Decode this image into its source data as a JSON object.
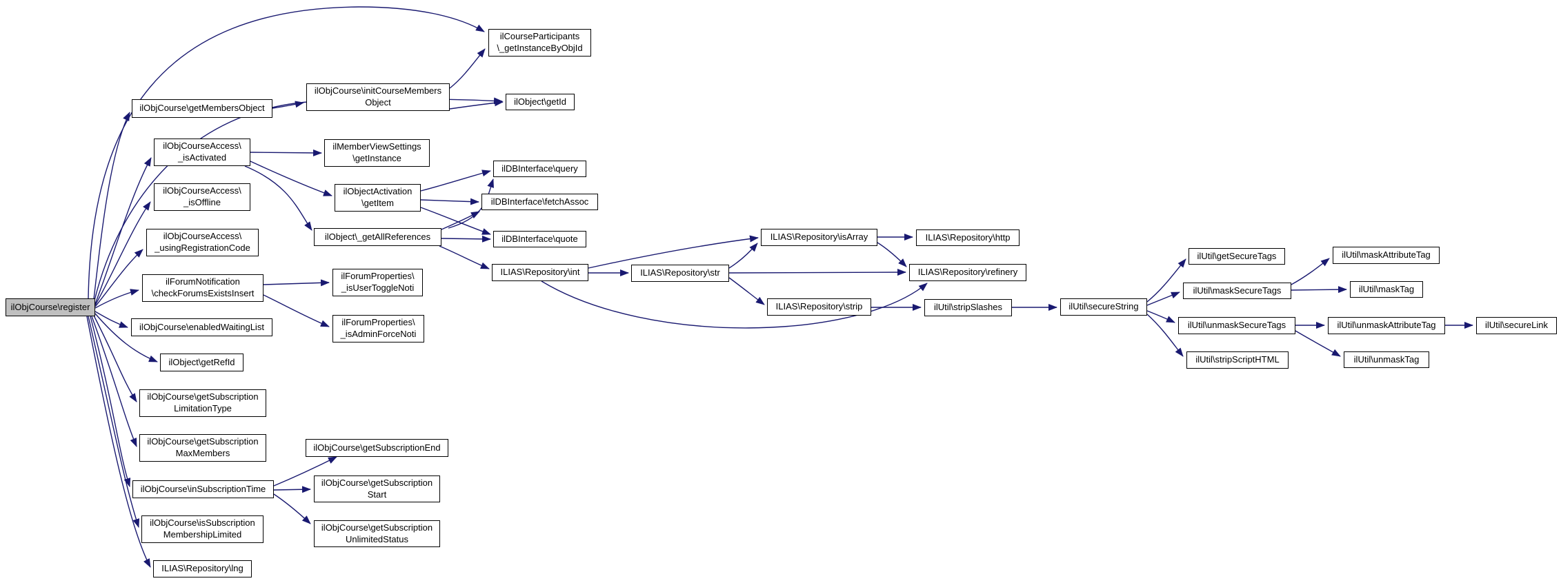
{
  "diagram": {
    "type": "call-graph",
    "root": "ilObjCourse\\register",
    "edge_color": "#191970",
    "node_fill": "#ffffff",
    "node_border": "#000000",
    "root_fill": "#bfbfbf",
    "nodes": {
      "register": {
        "label": "ilObjCourse\\register",
        "is_root": true
      },
      "getMembersObject": {
        "label": "ilObjCourse\\getMembersObject"
      },
      "initCourseMembers": {
        "label": "ilObjCourse\\initCourseMembers\nObject"
      },
      "courseParticipants": {
        "label": "ilCourseParticipants\n\\_getInstanceByObjId"
      },
      "getId": {
        "label": "ilObject\\getId"
      },
      "isActivated": {
        "label": "ilObjCourseAccess\\\n_isActivated"
      },
      "memberViewSettings": {
        "label": "ilMemberViewSettings\n\\getInstance"
      },
      "isOffline": {
        "label": "ilObjCourseAccess\\\n_isOffline"
      },
      "getItem": {
        "label": "ilObjectActivation\n\\getItem"
      },
      "usingRegistrationCode": {
        "label": "ilObjCourseAccess\\\n_usingRegistrationCode"
      },
      "dbQuery": {
        "label": "ilDBInterface\\query"
      },
      "dbFetchAssoc": {
        "label": "ilDBInterface\\fetchAssoc"
      },
      "dbQuote": {
        "label": "ilDBInterface\\quote"
      },
      "getAllReferences": {
        "label": "ilObject\\_getAllReferences"
      },
      "checkForumsExistsInsert": {
        "label": "ilForumNotification\n\\checkForumsExistsInsert"
      },
      "isUserToggleNoti": {
        "label": "ilForumProperties\\\n_isUserToggleNoti"
      },
      "isAdminForceNoti": {
        "label": "ilForumProperties\\\n_isAdminForceNoti"
      },
      "enabledWaitingList": {
        "label": "ilObjCourse\\enabledWaitingList"
      },
      "getRefId": {
        "label": "ilObject\\getRefId"
      },
      "subLimitationType": {
        "label": "ilObjCourse\\getSubscription\nLimitationType"
      },
      "subMaxMembers": {
        "label": "ilObjCourse\\getSubscription\nMaxMembers"
      },
      "inSubscriptionTime": {
        "label": "ilObjCourse\\inSubscriptionTime"
      },
      "isSubMembershipLimited": {
        "label": "ilObjCourse\\isSubscription\nMembershipLimited"
      },
      "lng": {
        "label": "ILIAS\\Repository\\lng"
      },
      "subEnd": {
        "label": "ilObjCourse\\getSubscriptionEnd"
      },
      "subStart": {
        "label": "ilObjCourse\\getSubscription\nStart"
      },
      "subUnlimitedStatus": {
        "label": "ilObjCourse\\getSubscription\nUnlimitedStatus"
      },
      "int": {
        "label": "ILIAS\\Repository\\int"
      },
      "str": {
        "label": "ILIAS\\Repository\\str"
      },
      "isArray": {
        "label": "ILIAS\\Repository\\isArray"
      },
      "http": {
        "label": "ILIAS\\Repository\\http"
      },
      "refinery": {
        "label": "ILIAS\\Repository\\refinery"
      },
      "strip": {
        "label": "ILIAS\\Repository\\strip"
      },
      "stripSlashes": {
        "label": "ilUtil\\stripSlashes"
      },
      "secureString": {
        "label": "ilUtil\\secureString"
      },
      "getSecureTags": {
        "label": "ilUtil\\getSecureTags"
      },
      "maskSecureTags": {
        "label": "ilUtil\\maskSecureTags"
      },
      "unmaskSecureTags": {
        "label": "ilUtil\\unmaskSecureTags"
      },
      "stripScriptHTML": {
        "label": "ilUtil\\stripScriptHTML"
      },
      "maskAttributeTag": {
        "label": "ilUtil\\maskAttributeTag"
      },
      "maskTag": {
        "label": "ilUtil\\maskTag"
      },
      "unmaskAttributeTag": {
        "label": "ilUtil\\unmaskAttributeTag"
      },
      "unmaskTag": {
        "label": "ilUtil\\unmaskTag"
      },
      "secureLink": {
        "label": "ilUtil\\secureLink"
      }
    },
    "edges": [
      {
        "from": "register",
        "to": "getMembersObject"
      },
      {
        "from": "register",
        "to": "courseParticipants"
      },
      {
        "from": "register",
        "to": "getId"
      },
      {
        "from": "register",
        "to": "isActivated"
      },
      {
        "from": "register",
        "to": "isOffline"
      },
      {
        "from": "register",
        "to": "usingRegistrationCode"
      },
      {
        "from": "register",
        "to": "checkForumsExistsInsert"
      },
      {
        "from": "register",
        "to": "enabledWaitingList"
      },
      {
        "from": "register",
        "to": "getRefId"
      },
      {
        "from": "register",
        "to": "subLimitationType"
      },
      {
        "from": "register",
        "to": "subMaxMembers"
      },
      {
        "from": "register",
        "to": "inSubscriptionTime"
      },
      {
        "from": "register",
        "to": "isSubMembershipLimited"
      },
      {
        "from": "register",
        "to": "lng"
      },
      {
        "from": "getMembersObject",
        "to": "initCourseMembers"
      },
      {
        "from": "initCourseMembers",
        "to": "courseParticipants"
      },
      {
        "from": "initCourseMembers",
        "to": "getId"
      },
      {
        "from": "isActivated",
        "to": "memberViewSettings"
      },
      {
        "from": "isActivated",
        "to": "getItem"
      },
      {
        "from": "isActivated",
        "to": "getAllReferences"
      },
      {
        "from": "getItem",
        "to": "dbQuery"
      },
      {
        "from": "getItem",
        "to": "dbFetchAssoc"
      },
      {
        "from": "getItem",
        "to": "dbQuote"
      },
      {
        "from": "getAllReferences",
        "to": "dbQuery"
      },
      {
        "from": "getAllReferences",
        "to": "dbFetchAssoc"
      },
      {
        "from": "getAllReferences",
        "to": "dbQuote"
      },
      {
        "from": "getAllReferences",
        "to": "int"
      },
      {
        "from": "checkForumsExistsInsert",
        "to": "isUserToggleNoti"
      },
      {
        "from": "checkForumsExistsInsert",
        "to": "isAdminForceNoti"
      },
      {
        "from": "inSubscriptionTime",
        "to": "subEnd"
      },
      {
        "from": "inSubscriptionTime",
        "to": "subStart"
      },
      {
        "from": "inSubscriptionTime",
        "to": "subUnlimitedStatus"
      },
      {
        "from": "int",
        "to": "str"
      },
      {
        "from": "int",
        "to": "isArray"
      },
      {
        "from": "int",
        "to": "refinery"
      },
      {
        "from": "str",
        "to": "isArray"
      },
      {
        "from": "str",
        "to": "refinery"
      },
      {
        "from": "str",
        "to": "strip"
      },
      {
        "from": "isArray",
        "to": "http"
      },
      {
        "from": "isArray",
        "to": "refinery"
      },
      {
        "from": "strip",
        "to": "stripSlashes"
      },
      {
        "from": "stripSlashes",
        "to": "secureString"
      },
      {
        "from": "secureString",
        "to": "getSecureTags"
      },
      {
        "from": "secureString",
        "to": "maskSecureTags"
      },
      {
        "from": "secureString",
        "to": "unmaskSecureTags"
      },
      {
        "from": "secureString",
        "to": "stripScriptHTML"
      },
      {
        "from": "maskSecureTags",
        "to": "maskAttributeTag"
      },
      {
        "from": "maskSecureTags",
        "to": "maskTag"
      },
      {
        "from": "unmaskSecureTags",
        "to": "unmaskAttributeTag"
      },
      {
        "from": "unmaskSecureTags",
        "to": "unmaskTag"
      },
      {
        "from": "unmaskAttributeTag",
        "to": "secureLink"
      }
    ]
  }
}
